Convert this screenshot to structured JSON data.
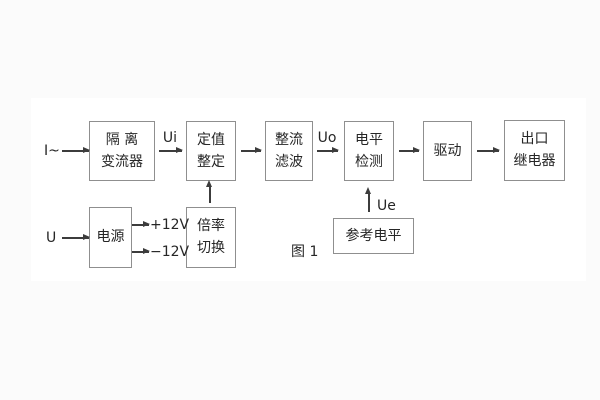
{
  "figure": {
    "caption": "图 1",
    "colors": {
      "page_background": "#fbfbfb",
      "paper": "#ffffff",
      "box_border": "#8f8f8f",
      "text": "#262626",
      "arrow": "#3c3c3c"
    }
  },
  "diagram": {
    "inputs": {
      "current_input": "I~",
      "voltage_input": "U"
    },
    "signals": {
      "ui": "Ui",
      "uo": "Uo",
      "ue": "Ue",
      "plus12": "+12V",
      "minus12": "−12V"
    },
    "blocks": {
      "isolation": {
        "line1": "隔 离",
        "line2": "变流器"
      },
      "setting": {
        "line1": "定值",
        "line2": "整定"
      },
      "rectifier": {
        "line1": "整流",
        "line2": "滤波"
      },
      "level_detect": {
        "line1": "电平",
        "line2": "检测"
      },
      "drive": {
        "line1": "驱动"
      },
      "output_relay": {
        "line1": "出口",
        "line2": "继电器"
      },
      "power": {
        "line1": "电源"
      },
      "ratio_switch": {
        "line1": "倍率",
        "line2": "切换"
      },
      "reference_level": {
        "line1": "参考电平"
      }
    }
  }
}
